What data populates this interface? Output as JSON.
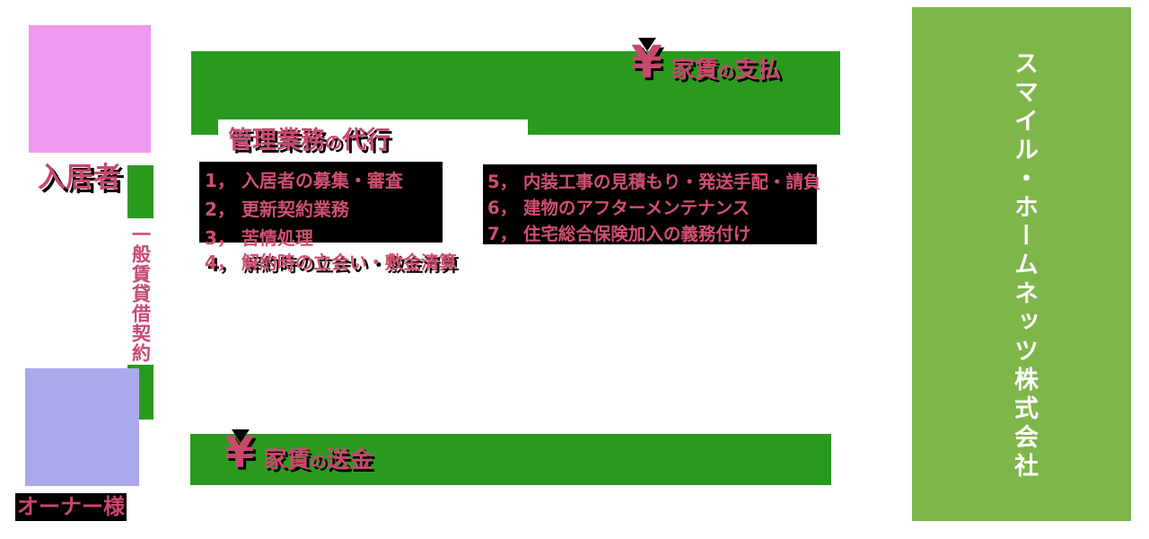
{
  "colors": {
    "arrow-green": "#2a9a1f",
    "panel-green": "#7fb64a",
    "tenant-pink": "#ee99ee",
    "owner-purple": "#a9a9ec",
    "text-pink": "#c8486e",
    "list-pink": "#d14f70",
    "box-black": "#000000"
  },
  "tenant": {
    "label": "入居者"
  },
  "owner": {
    "label": "オーナー様"
  },
  "contract": {
    "label": "一般賃貸借契約"
  },
  "company": {
    "name": "スマイル・ホームネッツ株式会社"
  },
  "rent_payment": {
    "yen": "¥",
    "main": "家賃",
    "particle": "の",
    "rest": "支払"
  },
  "rent_remittance": {
    "yen": "¥",
    "main": "家賃",
    "particle": "の",
    "rest": "送金"
  },
  "services": {
    "heading": {
      "main": "管理業務",
      "particle": "の",
      "rest": "代行"
    },
    "left_items": [
      "1， 入居者の募集・審査",
      "2， 更新契約業務",
      "3， 苦情処理",
      "4， 解約時の立会い・敷金清算"
    ],
    "right_items": [
      "5， 内装工事の見積もり・発送手配・請負",
      "6， 建物のアフターメンテナンス",
      "7， 住宅総合保険加入の義務付け"
    ]
  }
}
